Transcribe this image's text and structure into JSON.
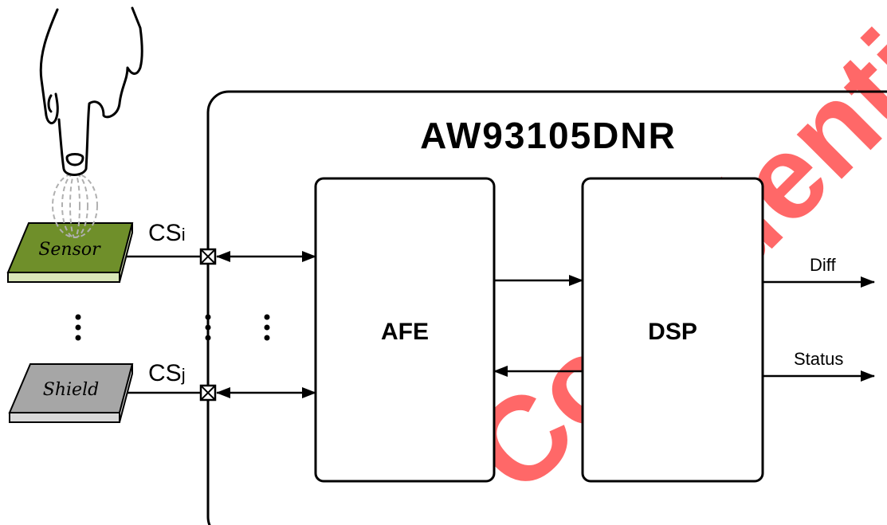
{
  "chip": {
    "title": "AW93105DNR"
  },
  "blocks": {
    "afe": "AFE",
    "dsp": "DSP"
  },
  "electrodes": {
    "sensor": "Sensor",
    "shield": "Shield"
  },
  "channels": {
    "csi": {
      "base": "CS",
      "sub": "i"
    },
    "csj": {
      "base": "CS",
      "sub": "j"
    }
  },
  "outputs": {
    "diff": "Diff",
    "status": "Status"
  },
  "watermark": "Confidential",
  "colors": {
    "sensor_fill": "#6f8f2a",
    "sensor_side": "#d9e6b8",
    "shield_fill": "#a6a6a6",
    "shield_side": "#d9d9d9",
    "watermark": "#ff4d4d"
  }
}
